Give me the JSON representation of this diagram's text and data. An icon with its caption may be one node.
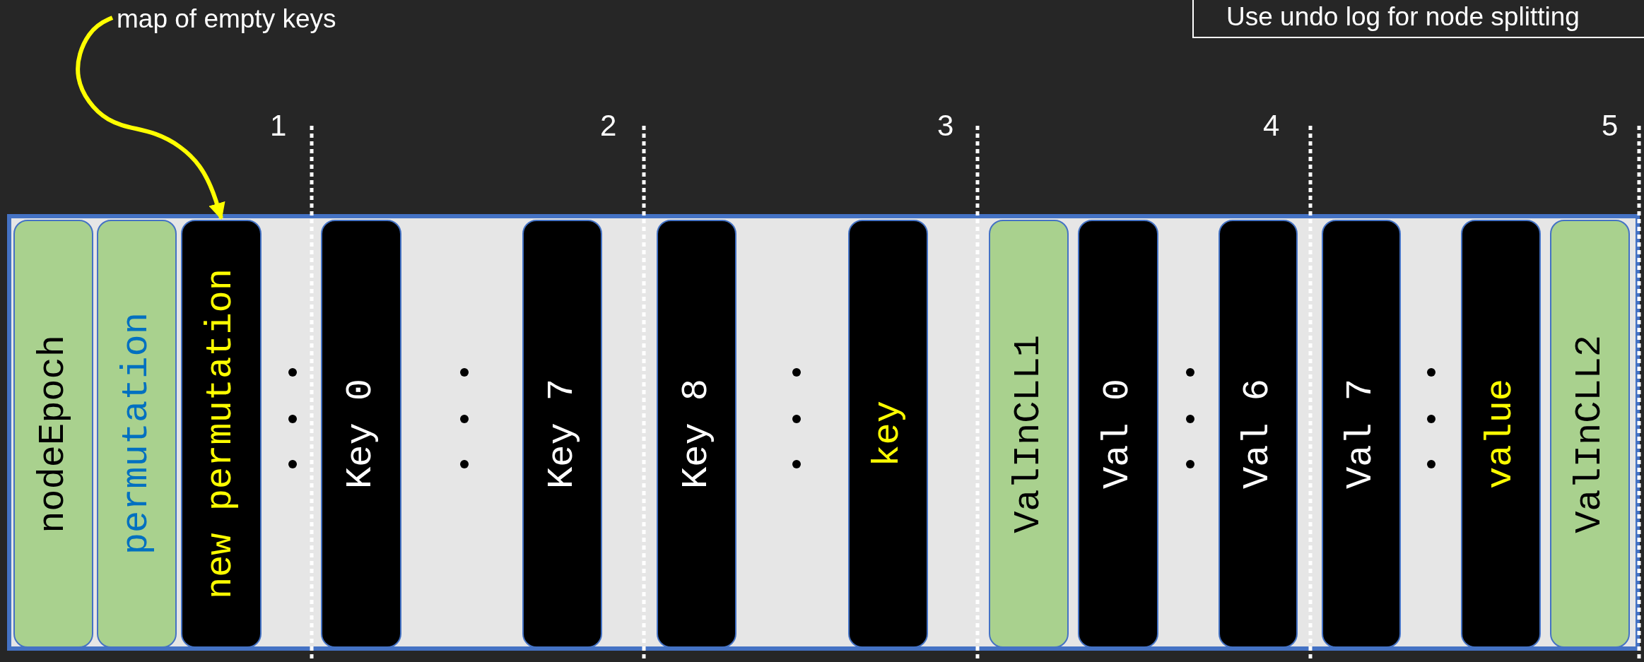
{
  "diagram": {
    "nodes": [
      {
        "text": [
          "map of empty keys"
        ]
      },
      {
        "text": [
          "Use undo log for node splitting"
        ]
      },
      {
        "text": [],
        "shape": "box"
      },
      {
        "text": [
          "nodeEpoch"
        ],
        "in": 2
      },
      {
        "text": [
          "permutation"
        ],
        "in": 2
      },
      {
        "text": [
          "new permutation"
        ],
        "in": 2
      },
      {
        "text": [
          "Key 0"
        ],
        "in": 2
      },
      {
        "text": [
          "Key 7"
        ],
        "in": 2
      },
      {
        "text": [
          "Key 8"
        ],
        "in": 2
      },
      {
        "text": [
          "key"
        ],
        "in": 2
      },
      {
        "text": [
          "ValInCLL1"
        ],
        "in": 2
      },
      {
        "text": [
          "Val 0"
        ],
        "in": 2
      },
      {
        "text": [
          "Val 6"
        ],
        "in": 2
      },
      {
        "text": [
          "Val 7"
        ],
        "in": 2
      },
      {
        "text": [
          "value"
        ],
        "in": 2
      },
      {
        "text": [
          "ValInCLL2"
        ],
        "in": 2
      }
    ],
    "edges": [
      {
        "from": 0,
        "to": 5,
        "arrow": "to"
      }
    ],
    "labels": [
      "1",
      "2",
      "3",
      "4",
      "5"
    ]
  }
}
